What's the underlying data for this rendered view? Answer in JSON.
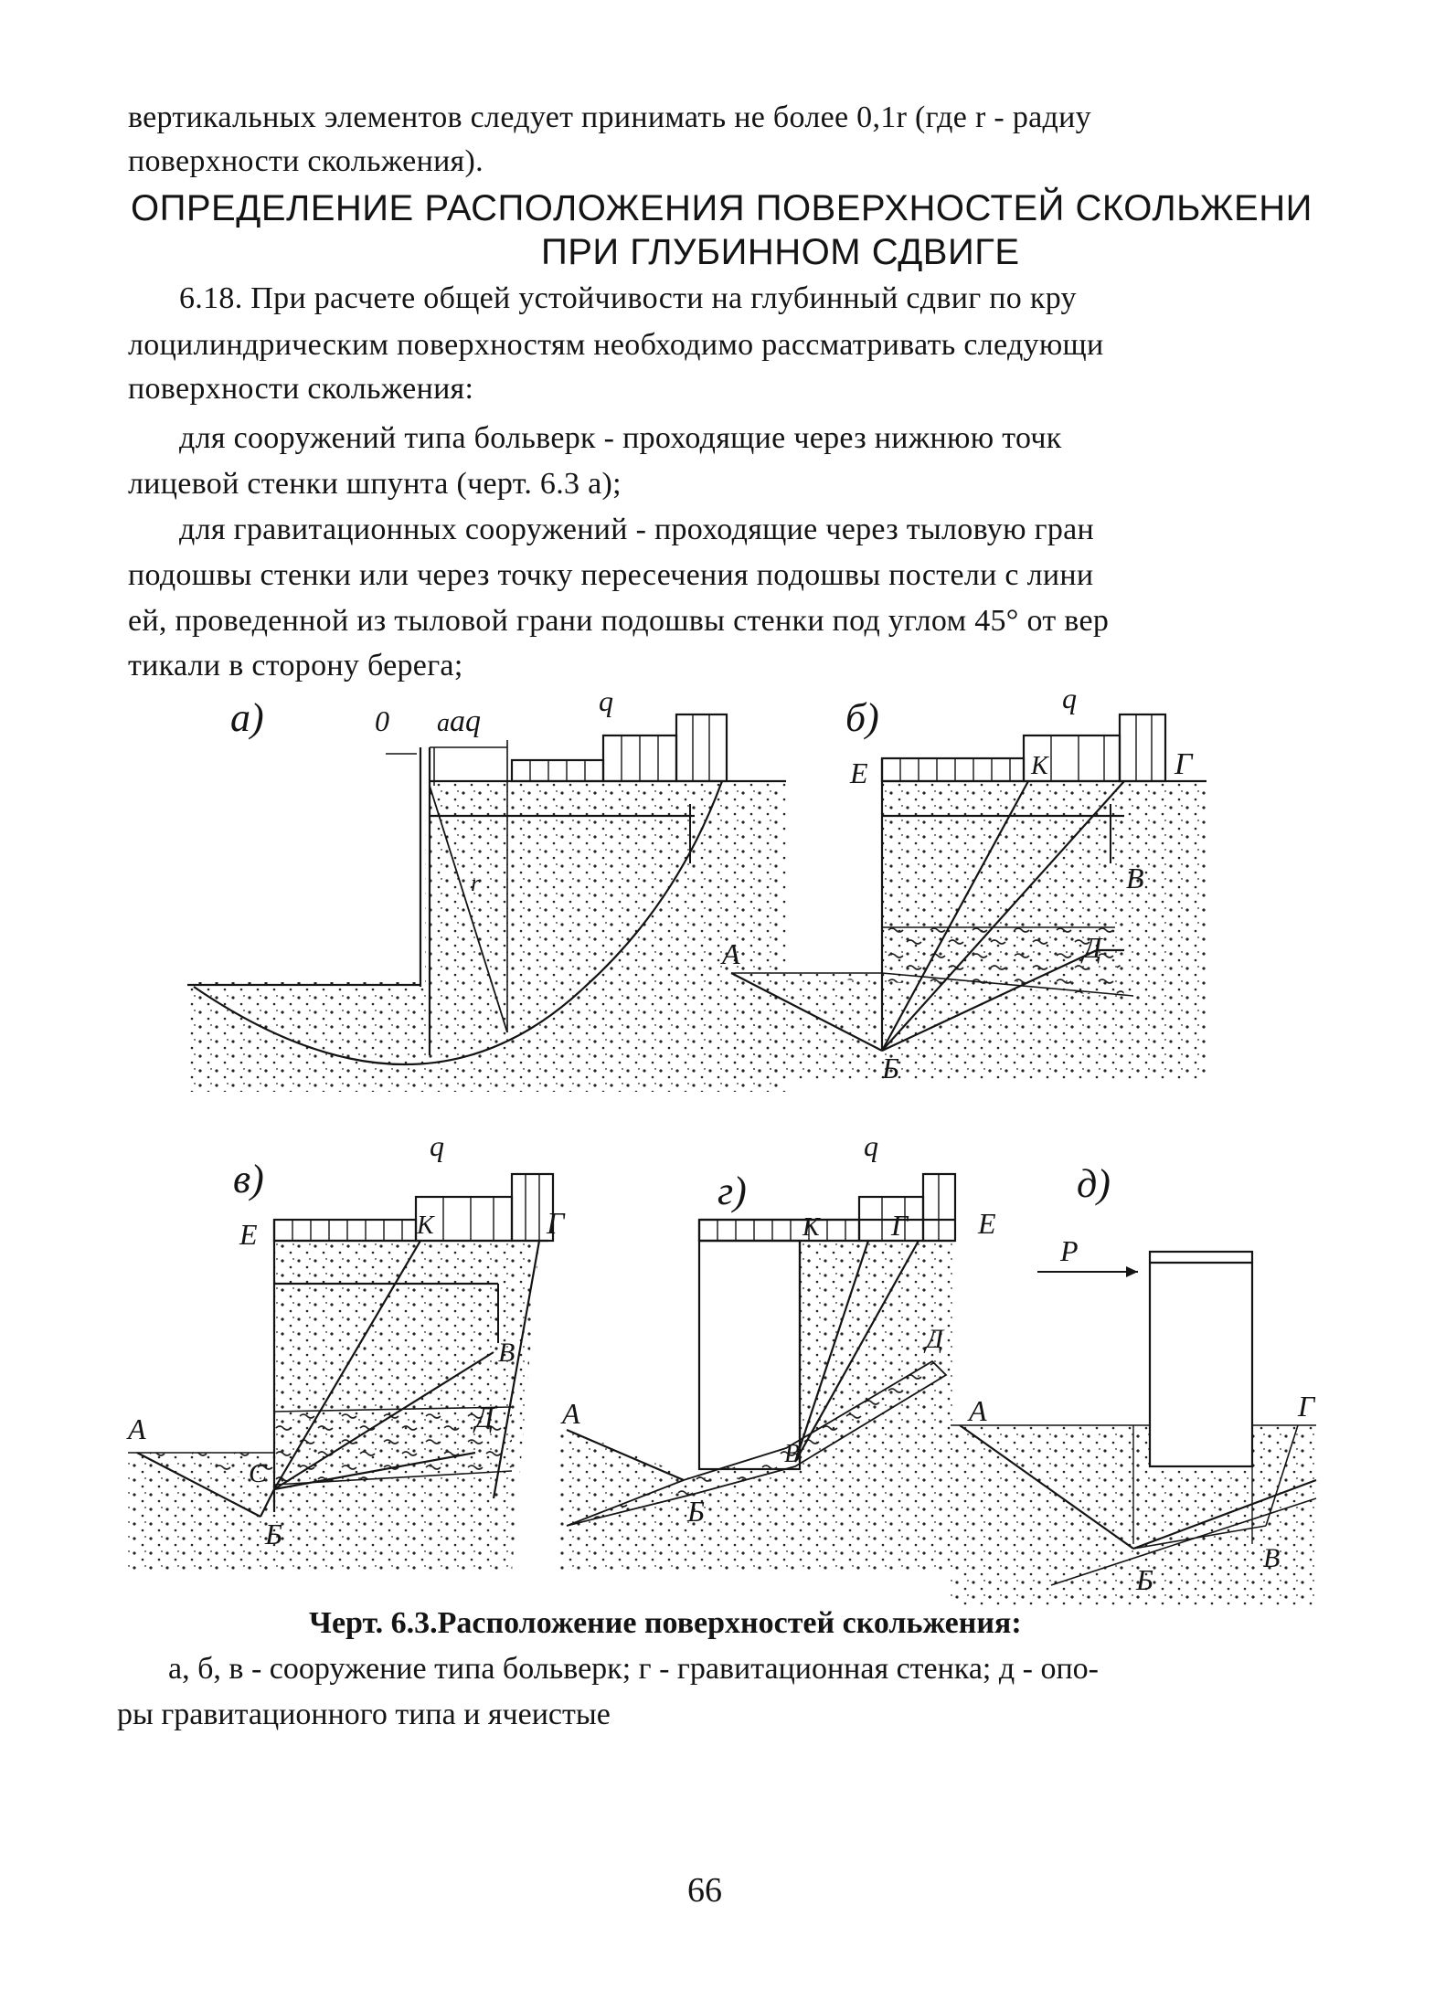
{
  "lines": {
    "l1": "вертикальных элементов следует принимать не более 0,1r (где r - радиу",
    "l2": "поверхности скольжения).",
    "l5": "6.18. При расчете общей устойчивости на глубинный сдвиг по кру",
    "l6": "лоцилиндрическим поверхностям необходимо рассматривать следующи",
    "l7": "поверхности скольжения:",
    "l8": "для сооружений типа больверк - проходящие через нижнюю точк",
    "l9": "лицевой стенки шпунта (черт. 6.3 а);",
    "l10": "для гравитационных сооружений - проходящие через тыловую гран",
    "l11": "подошвы стенки или через точку пересечения подошвы постели с лини",
    "l12": "ей, проведенной из тыловой грани подошвы стенки под углом 45° от вер",
    "l13": "тикали в сторону берега;"
  },
  "heading": {
    "line1": "ОПРЕДЕЛЕНИЕ РАСПОЛОЖЕНИЯ ПОВЕРХНОСТЕЙ СКОЛЬЖЕНИ",
    "line2": "ПРИ ГЛУБИННОМ СДВИГЕ"
  },
  "figure_labels": {
    "panel_a": "а)",
    "panel_b": "б)",
    "panel_v": "в)",
    "panel_g": "г)",
    "panel_d": "д)",
    "q": "q",
    "a": "a",
    "a_q": "aq",
    "zero": "0",
    "r": "r",
    "A": "А",
    "B": "Б",
    "V": "В",
    "G": "Г",
    "D": "Д",
    "E": "Е",
    "K": "К",
    "C": "С",
    "P": "Р"
  },
  "caption": {
    "title": "Черт. 6.3.Расположение поверхностей скольжения:",
    "line1": "а, б, в - сооружение типа больверк; г - гравитационная стенка; д - опо-",
    "line2": "ры гравитационного типа и ячеистые"
  },
  "page_number": "66"
}
